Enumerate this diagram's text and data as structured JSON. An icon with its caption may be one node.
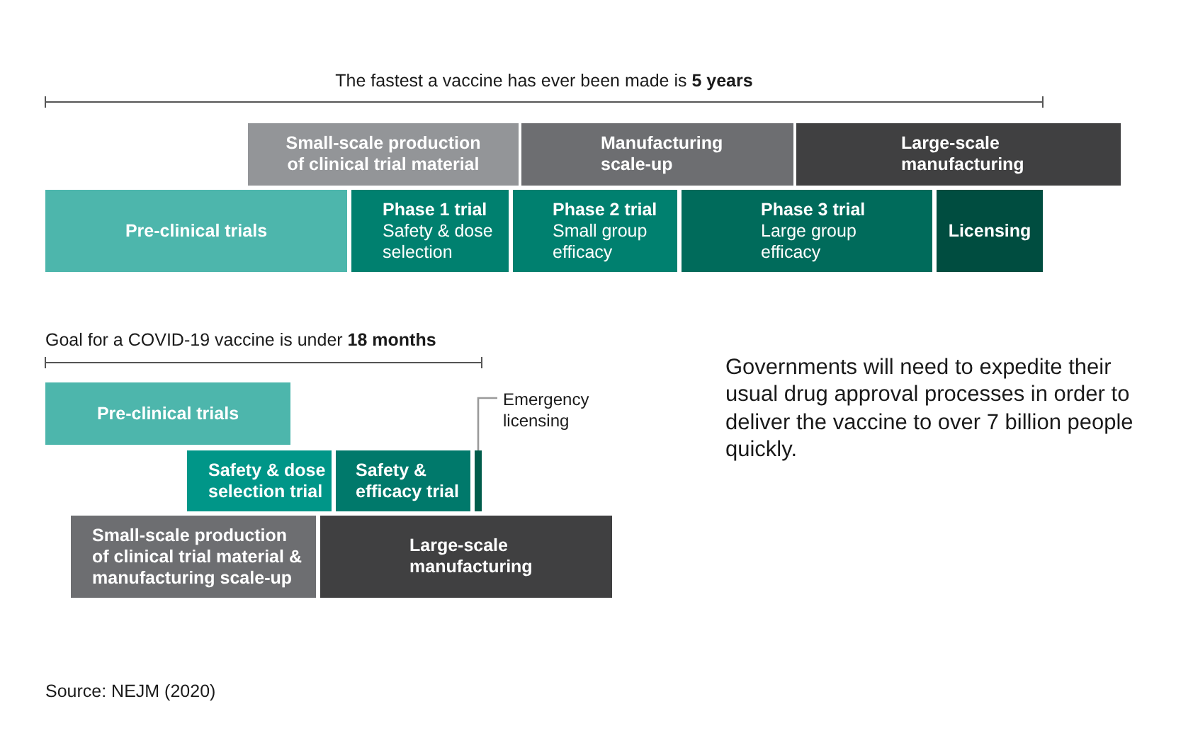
{
  "diagram": {
    "nodes": [
      {
        "text": [
          "Small-scale production of clinical trial material"
        ]
      },
      {
        "text": [
          "Manufacturing scale-up"
        ]
      },
      {
        "text": [
          "Large-scale manufacturing"
        ]
      },
      {
        "text": [
          "Pre-clinical trials"
        ]
      },
      {
        "text": [
          "Phase 1 trial",
          "Safety & dose selection"
        ]
      },
      {
        "text": [
          "Phase 2 trial",
          "Small group efficacy"
        ]
      },
      {
        "text": [
          "Phase 3 trial",
          "Large group efficacy"
        ]
      },
      {
        "text": [
          "Licensing"
        ]
      },
      {
        "text": [
          "Pre-clinical trials"
        ]
      },
      {
        "text": [
          "Safety & dose selection trial"
        ]
      },
      {
        "text": [
          "Safety & efficacy trial"
        ]
      },
      {
        "text": [],
        "shape": "bar"
      },
      {
        "text": [
          "Emergency licensing"
        ]
      },
      {
        "text": [
          "Small-scale production of clinical trial material & manufacturing scale-up"
        ]
      },
      {
        "text": [
          "Large-scale manufacturing"
        ]
      }
    ],
    "edges": [
      {
        "from": 12,
        "to": 11,
        "arrow": "none"
      }
    ],
    "labels": [
      "The fastest a vaccine has ever been made is **5 years**",
      "Goal for a COVID-19 vaccine is under **18 months**",
      "Governments will need to expedite their usual drug approval processes in order to deliver the vaccine to over 7 billion people quickly.",
      "Source: NEJM (2020)"
    ]
  }
}
